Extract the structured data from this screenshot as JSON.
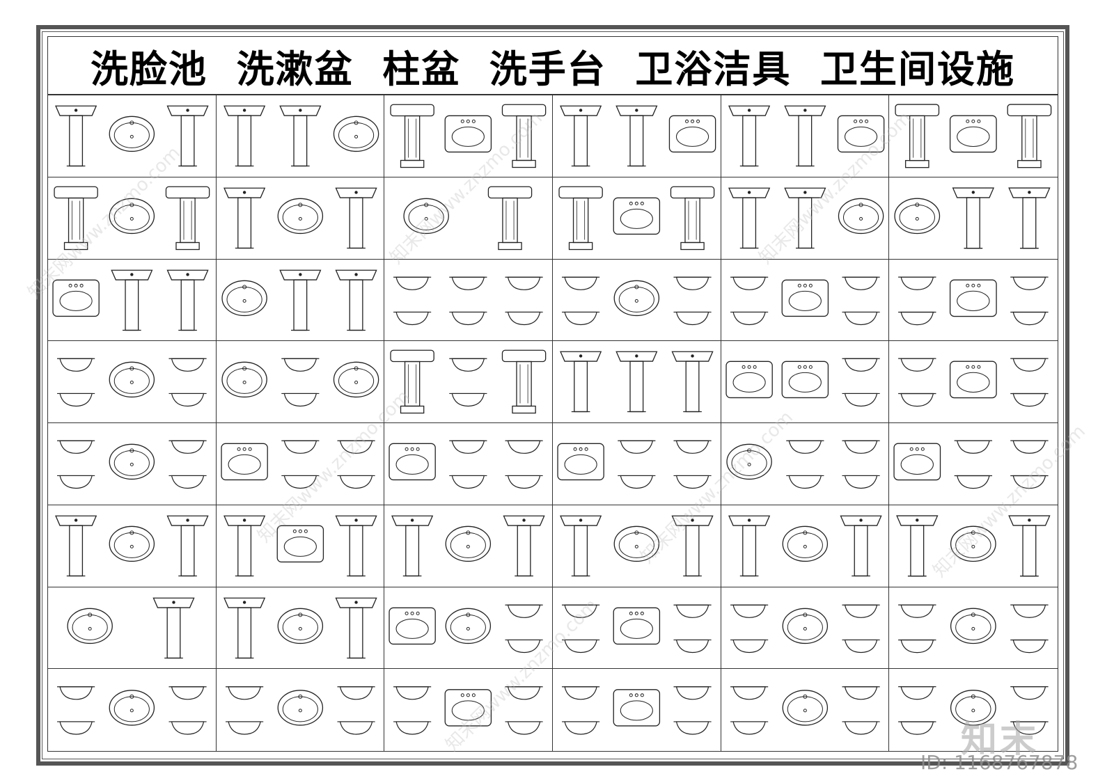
{
  "sheet": {
    "title": "洗脸池  洗漱盆  柱盆  洗手台  卫浴洁具  卫生间设施"
  },
  "grid": {
    "columns": 6,
    "rows": 8
  },
  "cells": [
    [
      "pedestal",
      "oval",
      "pedestal"
    ],
    [
      "pedestal",
      "pedestal",
      "oval"
    ],
    [
      "column",
      "rect",
      "column"
    ],
    [
      "pedestal",
      "pedestal",
      "rect"
    ],
    [
      "pedestal",
      "pedestal",
      "rect"
    ],
    [
      "column",
      "rect",
      "column"
    ],
    [
      "column",
      "oval",
      "column"
    ],
    [
      "pedestal",
      "oval",
      "pedestal"
    ],
    [
      "oval",
      "column"
    ],
    [
      "column",
      "rect",
      "column"
    ],
    [
      "pedestal",
      "pedestal",
      "oval"
    ],
    [
      "oval",
      "pedestal",
      "pedestal"
    ],
    [
      "rect",
      "pedestal",
      "pedestal"
    ],
    [
      "oval",
      "pedestal",
      "pedestal"
    ],
    [
      "small",
      "small",
      "small"
    ],
    [
      "small",
      "oval",
      "small"
    ],
    [
      "small",
      "rect",
      "small"
    ],
    [
      "small",
      "rect",
      "small"
    ],
    [
      "small",
      "oval",
      "small"
    ],
    [
      "oval",
      "small",
      "oval"
    ],
    [
      "column",
      "small",
      "column"
    ],
    [
      "pedestal",
      "pedestal",
      "pedestal"
    ],
    [
      "rect",
      "rect",
      "small"
    ],
    [
      "small",
      "rect",
      "small"
    ],
    [
      "small",
      "oval",
      "small"
    ],
    [
      "rect",
      "small",
      "small"
    ],
    [
      "rect",
      "small",
      "small"
    ],
    [
      "rect",
      "small",
      "small"
    ],
    [
      "oval",
      "small",
      "small"
    ],
    [
      "rect",
      "small",
      "small"
    ],
    [
      "pedestal",
      "oval",
      "pedestal"
    ],
    [
      "pedestal",
      "rect",
      "pedestal"
    ],
    [
      "pedestal",
      "oval",
      "pedestal"
    ],
    [
      "pedestal",
      "oval",
      "pedestal"
    ],
    [
      "pedestal",
      "oval",
      "pedestal"
    ],
    [
      "pedestal",
      "oval",
      "pedestal"
    ],
    [
      "oval",
      "pedestal"
    ],
    [
      "pedestal",
      "oval",
      "pedestal"
    ],
    [
      "rect",
      "oval",
      "small"
    ],
    [
      "small",
      "rect",
      "small"
    ],
    [
      "small",
      "oval",
      "small"
    ],
    [
      "small",
      "oval",
      "small"
    ],
    [
      "small",
      "oval",
      "small"
    ],
    [
      "small",
      "oval",
      "small"
    ],
    [
      "small",
      "rect",
      "small"
    ],
    [
      "small",
      "rect",
      "small"
    ],
    [
      "small",
      "oval",
      "small"
    ],
    [
      "small",
      "oval",
      "small"
    ]
  ],
  "watermark": {
    "logo": "知末",
    "id": "ID: 1168767878",
    "tiled_text": "知末网www.znzmo.com"
  },
  "colors": {
    "frame": "#555555",
    "line": "#222222",
    "background": "#ffffff"
  }
}
